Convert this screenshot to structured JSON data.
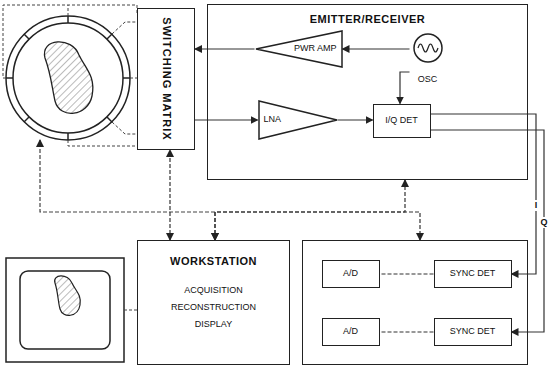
{
  "diagram": {
    "nodes": [
      {
        "text": [
          "SWITCHING MATRIX"
        ]
      },
      {
        "text": [
          "EMITTER/RECEIVER"
        ]
      },
      {
        "text": [
          "PWR AMP"
        ],
        "in": 1
      },
      {
        "text": [
          "OSC"
        ],
        "in": 1
      },
      {
        "text": [
          "LNA"
        ],
        "in": 1
      },
      {
        "text": [
          "I/Q DET"
        ],
        "in": 1
      },
      {
        "text": [
          "WORKSTATION",
          "ACQUISITION RECONSTRUCTION DISPLAY"
        ]
      },
      {
        "text": []
      },
      {
        "text": [
          "A/D"
        ],
        "in": 7
      },
      {
        "text": [
          "SYNC DET"
        ],
        "in": 7
      },
      {
        "text": [
          "A/D"
        ],
        "in": 7
      },
      {
        "text": [
          "SYNC DET"
        ],
        "in": 7
      }
    ],
    "edges": [
      {
        "from": 2,
        "to": 0,
        "arrow": "to"
      },
      {
        "from": 0,
        "to": 4,
        "arrow": "to"
      },
      {
        "from": 3,
        "to": 2,
        "arrow": "to"
      },
      {
        "from": 3,
        "to": 5,
        "arrow": "to"
      },
      {
        "from": 4,
        "to": 5,
        "arrow": "to"
      },
      {
        "from": 5,
        "to": 9,
        "label": "I",
        "arrow": "to"
      },
      {
        "from": 5,
        "to": 11,
        "label": "Q",
        "arrow": "to"
      },
      {
        "from": 9,
        "to": 8,
        "arrow": "none"
      },
      {
        "from": 11,
        "to": 10,
        "arrow": "none"
      },
      {
        "from": 6,
        "to": 0,
        "arrow": "both"
      },
      {
        "from": 6,
        "to": 1,
        "arrow": "both"
      },
      {
        "from": 6,
        "to": 7,
        "arrow": "both"
      }
    ]
  }
}
